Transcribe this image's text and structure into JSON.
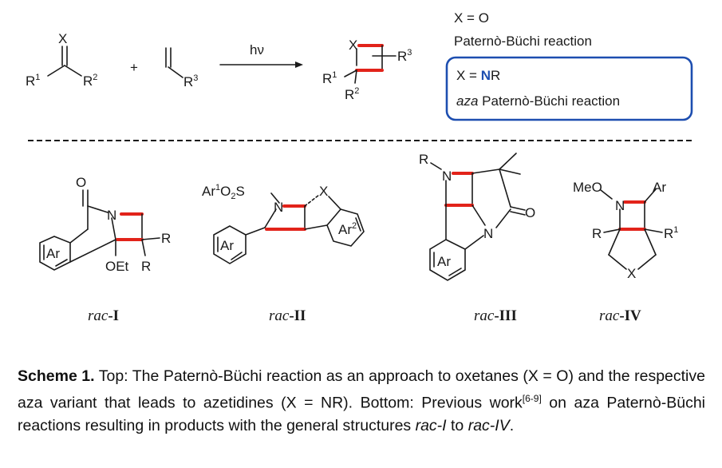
{
  "reaction": {
    "reactant1": {
      "X": "X",
      "R1": "R",
      "R1_sup": "1",
      "R2": "R",
      "R2_sup": "2"
    },
    "plus": "+",
    "reactant2": {
      "R3": "R",
      "R3_sup": "3"
    },
    "arrow_label": "hν",
    "product": {
      "X": "X",
      "R1": "R",
      "R1_sup": "1",
      "R2": "R",
      "R2_sup": "2",
      "R3": "R",
      "R3_sup": "3"
    },
    "variant_o": {
      "equation": "X = O",
      "name": "Paternò-Büchi reaction"
    },
    "variant_n": {
      "eq_prefix": "X = ",
      "eq_n": "N",
      "eq_suffix": "R",
      "name_italic": "aza",
      "name_rest": " Paternò-Büchi reaction"
    }
  },
  "colors": {
    "highlight_bond": "#e2231a",
    "box_border": "#1d4eb0",
    "nitrogen": "#1d4eb0"
  },
  "compounds": [
    {
      "prefix": "rac",
      "suffix": "-I"
    },
    {
      "prefix": "rac",
      "suffix": "-II"
    },
    {
      "prefix": "rac",
      "suffix": "-III"
    },
    {
      "prefix": "rac",
      "suffix": "-IV"
    }
  ],
  "atoms": {
    "c1": {
      "O": "O",
      "N": "N",
      "R_a": "R",
      "R_b": "R",
      "OEt": "OEt",
      "Ar": "Ar"
    },
    "c2": {
      "Ar1O2S": "Ar",
      "Ar1_sup": "1",
      "O2S": "O",
      "O2_sub": "2",
      "S": "S",
      "N": "N",
      "X": "X",
      "Ar": "Ar",
      "Ar2": "Ar",
      "Ar2_sup": "2"
    },
    "c3": {
      "R": "R",
      "N": "N",
      "N2": "N",
      "O": "O",
      "Ar": "Ar"
    },
    "c4": {
      "MeO": "MeO",
      "N": "N",
      "Ar_sub": "Ar",
      "R": "R",
      "R1": "R",
      "R1_sup": "1",
      "X": "X"
    }
  },
  "caption": {
    "label": "Scheme 1.",
    "t1": " Top: The Paternò-Büchi reaction as an approach to oxetanes (X = O) and the respective aza variant that leads to azetidines (X = NR). Bottom: Previous work",
    "ref": "[6-9]",
    "t2": " on aza Paternò-Büchi reactions resulting in products with the general structures ",
    "from": "rac-I",
    "t3": " to ",
    "to": "rac-IV",
    "t4": "."
  }
}
